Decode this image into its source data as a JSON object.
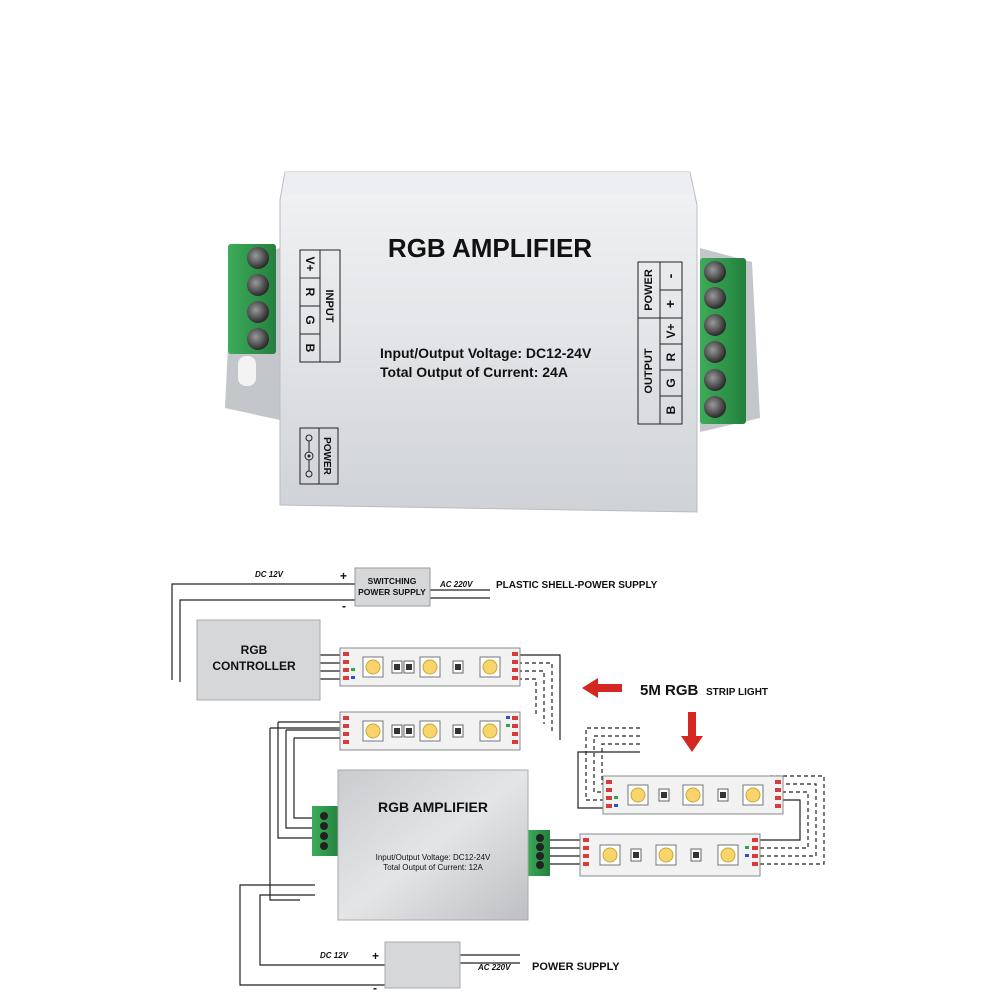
{
  "product": {
    "title": "RGB AMPLIFIER",
    "spec_voltage": "Input/Output Voltage:  DC12-24V",
    "spec_current": "Total Output of Current: 24A",
    "input_group_label": "INPUT",
    "input_pins": [
      "V+",
      "R",
      "G",
      "B"
    ],
    "power_group_label": "POWER",
    "power_pins": [
      "-",
      "+"
    ],
    "output_group_label": "OUTPUT",
    "output_pins": [
      "V+",
      "R",
      "G",
      "B"
    ],
    "dc_jack_label": "POWER"
  },
  "diagram": {
    "psu_top_label_line1": "SWITCHING",
    "psu_top_label_line2": "POWER SUPPLY",
    "psu_top_dc": "DC 12V",
    "psu_top_plus": "+",
    "psu_top_minus": "-",
    "psu_top_ac": "AC 220V",
    "psu_top_caption": "PLASTIC SHELL-POWER SUPPLY",
    "controller_line1": "RGB",
    "controller_line2": "CONTROLLER",
    "strip_caption_big": "5M RGB",
    "strip_caption_small": "STRIP LIGHT",
    "amp_title": "RGB AMPLIFIER",
    "amp_spec_voltage": "Input/Output Voltage: DC12-24V",
    "amp_spec_current": "Total Output of Current: 12A",
    "psu_bottom_dc": "DC 12V",
    "psu_bottom_plus": "+",
    "psu_bottom_minus": "-",
    "psu_bottom_ac": "AC 220V",
    "psu_bottom_caption": "POWER SUPPLY"
  },
  "colors": {
    "terminal_green": "#2f9a4c",
    "arrow_red": "#d3271f",
    "case_silver": "#d8dadd",
    "led_yellow": "#f7d56a",
    "wire_red": "#d93a3a",
    "wire_green": "#2aa84a",
    "wire_blue": "#2a4fd6"
  }
}
